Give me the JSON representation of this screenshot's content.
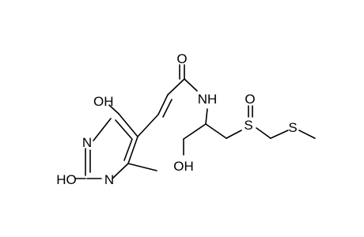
{
  "structure": {
    "atoms": {
      "oh_top": "OH",
      "n_top": "N",
      "ho_bottom": "HO",
      "n_bottom": "N",
      "o_carbonyl": "O",
      "nh": "NH",
      "oh_bottom": "OH",
      "s_sulfoxide": "S",
      "o_sulfoxide": "O",
      "s_thioether": "S"
    }
  },
  "colors": {
    "bond": "#000000",
    "background": "#ffffff"
  }
}
